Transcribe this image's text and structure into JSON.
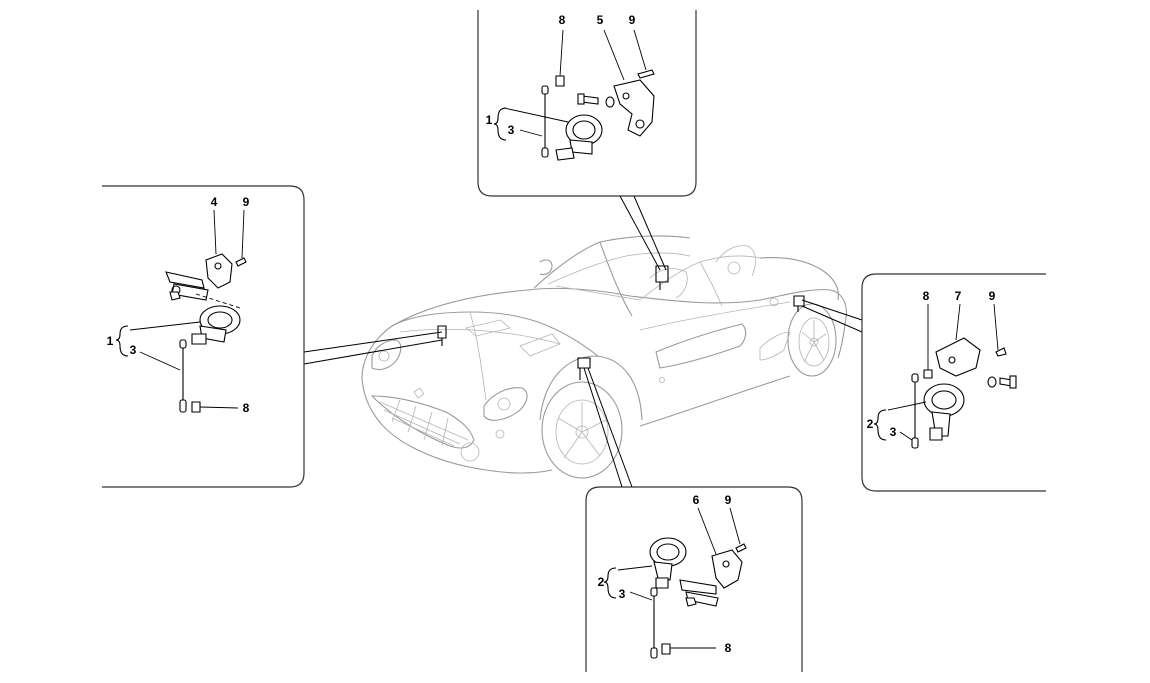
{
  "diagram": {
    "callouts": {
      "top": [
        "8",
        "5",
        "9",
        "1",
        "3"
      ],
      "left": [
        "4",
        "9",
        "1",
        "3",
        "8"
      ],
      "right": [
        "8",
        "7",
        "9",
        "2",
        "3"
      ],
      "bottom": [
        "6",
        "9",
        "2",
        "3",
        "8"
      ]
    }
  }
}
